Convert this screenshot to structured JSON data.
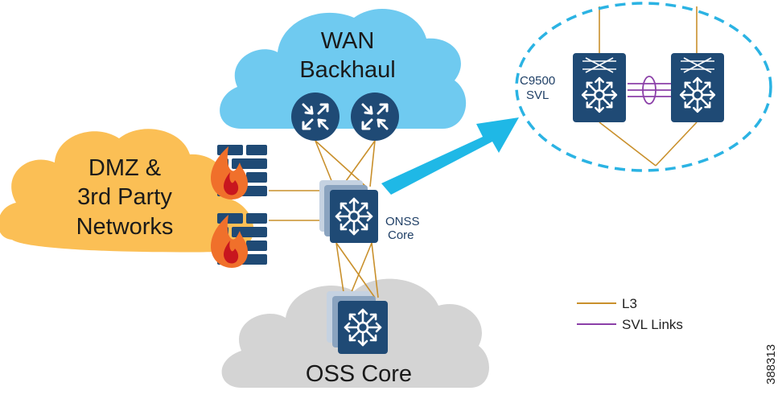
{
  "clouds": {
    "wan": {
      "line1": "WAN",
      "line2": "Backhaul",
      "fill": "#6fcaf0"
    },
    "dmz": {
      "line1": "DMZ &",
      "line2": "3rd Party",
      "line3": "Networks",
      "fill": "#fbbf55"
    },
    "oss": {
      "label": "OSS Core",
      "fill": "#d4d4d4"
    }
  },
  "nodes": {
    "onss_core": {
      "line1": "ONSS",
      "line2": "Core"
    },
    "c9500_svl": {
      "line1": "C9500",
      "line2": "SVL"
    }
  },
  "legend": {
    "items": [
      {
        "label": "L3",
        "color": "#c9902c"
      },
      {
        "label": "SVL Links",
        "color": "#8b3fa8"
      }
    ]
  },
  "figure_id": "388313",
  "colors": {
    "device": "#1f4a75",
    "link_l3": "#c9902c",
    "link_svl": "#8b3fa8",
    "arrow": "#1fb8e6",
    "ellipse": "#2bb3e3",
    "flame": "#f0702b"
  }
}
